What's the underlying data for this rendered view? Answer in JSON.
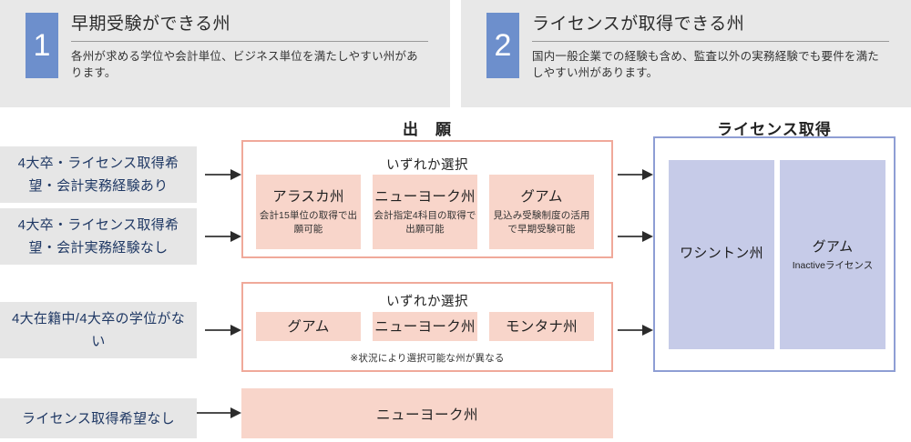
{
  "banners": [
    {
      "number": "1",
      "title": "早期受験ができる州",
      "desc": "各州が求める学位や会計単位、ビジネス単位を満たしやすい州があります。"
    },
    {
      "number": "2",
      "title": "ライセンスが取得できる州",
      "desc": "国内一般企業での経験も含め、監査以外の実務経験でも要件を満たしやすい州があります。"
    }
  ],
  "sections": {
    "apply_title": "出　願",
    "license_title": "ライセンス取得"
  },
  "conditions": [
    {
      "label": "4大卒・ライセンス取得希望・会計実務経験あり"
    },
    {
      "label": "4大卒・ライセンス取得希望・会計実務経験なし"
    },
    {
      "label": "4大在籍中/4大卒の学位がない"
    },
    {
      "label": "ライセンス取得希望なし"
    }
  ],
  "apply_groups": [
    {
      "head": "いずれか選択",
      "note": "",
      "cards": [
        {
          "title": "アラスカ州",
          "sub": "会計15単位の取得で出願可能"
        },
        {
          "title": "ニューヨーク州",
          "sub": "会計指定4科目の取得で出願可能"
        },
        {
          "title": "グアム",
          "sub": "見込み受験制度の活用で早期受験可能"
        }
      ]
    },
    {
      "head": "いずれか選択",
      "note": "※状況により選択可能な州が異なる",
      "cards": [
        {
          "title": "グアム",
          "sub": ""
        },
        {
          "title": "ニューヨーク州",
          "sub": ""
        },
        {
          "title": "モンタナ州",
          "sub": ""
        }
      ]
    }
  ],
  "wide_bar": {
    "label": "ニューヨーク州"
  },
  "license": {
    "columns": [
      {
        "title": "ワシントン州",
        "sub": ""
      },
      {
        "title": "グアム",
        "sub": "Inactiveライセンス"
      }
    ]
  },
  "colors": {
    "badge_blue": "#6d8fcc",
    "banner_gray": "#e8e8e8",
    "condition_gray": "#e6e6e6",
    "condition_text": "#1f3864",
    "card_pink": "#f8d5ca",
    "group_border_pink": "#f0a99a",
    "license_lavender": "#c6cbe8",
    "license_border": "#8e9ed4",
    "arrow": "#2b2b2b"
  }
}
